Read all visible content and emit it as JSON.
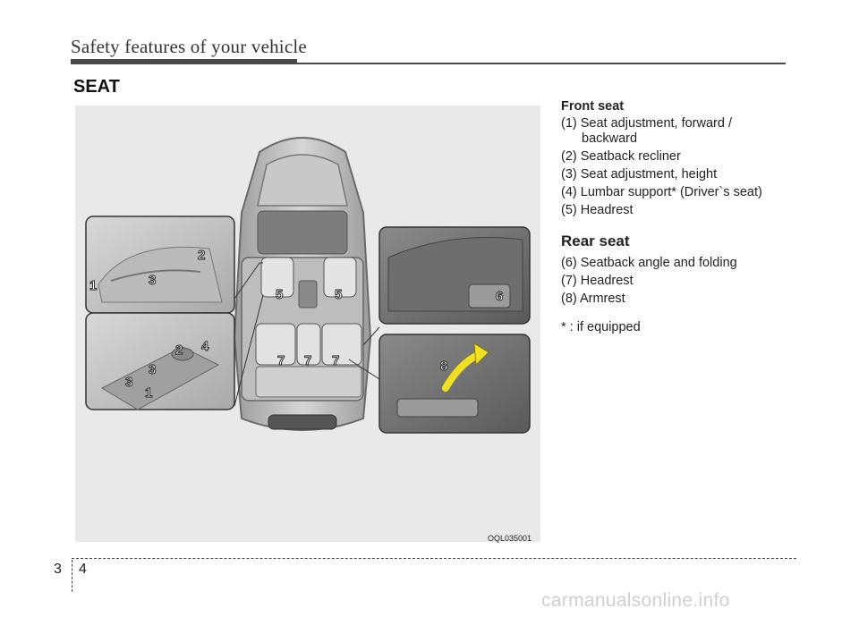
{
  "header": {
    "title": "Safety features of your vehicle"
  },
  "section": {
    "title": "SEAT"
  },
  "figure": {
    "code": "OQL035001",
    "callouts": [
      "1",
      "2",
      "3",
      "2",
      "4",
      "3",
      "3",
      "1",
      "5",
      "5",
      "7",
      "7",
      "7",
      "6",
      "8"
    ]
  },
  "front_seat": {
    "heading": "Front seat",
    "items": [
      {
        "line1": "(1) Seat adjustment, forward /",
        "line2": "backward"
      },
      {
        "line1": "(2) Seatback recliner"
      },
      {
        "line1": "(3) Seat adjustment, height"
      },
      {
        "line1": "(4) Lumbar support* (Driver`s seat)"
      },
      {
        "line1": "(5) Headrest"
      }
    ]
  },
  "rear_seat": {
    "heading": "Rear seat",
    "items": [
      "(6) Seatback angle and folding",
      "(7) Headrest",
      "(8) Armrest"
    ]
  },
  "note": "* : if equipped",
  "footer": {
    "chapter": "3",
    "page": "4"
  },
  "watermark": "carmanualsonline.info",
  "colors": {
    "accent": "#4a4a4a",
    "arrow": "#f0e020"
  }
}
